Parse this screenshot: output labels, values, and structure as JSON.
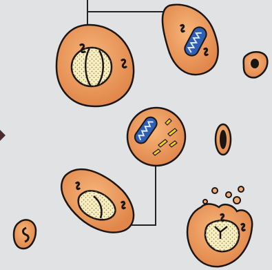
{
  "figure": {
    "background": "#e1e2e4",
    "colors": {
      "cell_fill": "#e8935a",
      "cell_fill_light": "#f2ac70",
      "outline": "#1b1613",
      "nucleus_fill": "#f7efc2",
      "chromatin": "#bca56a",
      "mitochondrion": "#2e5fb3",
      "mitochondrion_cristae": "#dfe8f7",
      "chromosome": "#f0d21c",
      "connector": "#222222"
    },
    "elements": [
      {
        "id": "round-cell-with-nucleus",
        "icon": "cell-nucleus-icon"
      },
      {
        "id": "elongated-cell-with-mitochondrion",
        "icon": "mitochondrion-icon"
      },
      {
        "id": "small-cell-fragment-top-right",
        "icon": "cell-fragment-icon"
      },
      {
        "id": "central-cell-mitochondrion-chromosomes",
        "icon": "chromosome-icon"
      },
      {
        "id": "elongated-cell-fragment-right",
        "icon": "cell-fragment-icon"
      },
      {
        "id": "elongated-cell-shrinking-nucleus",
        "icon": "cell-nucleus-icon"
      },
      {
        "id": "small-cell-fragment-bottom-left",
        "icon": "cell-fragment-icon"
      },
      {
        "id": "blebbing-cell-bottom-right",
        "icon": "apoptotic-bleb-icon"
      },
      {
        "id": "arrow-left-edge",
        "icon": "arrowhead-icon"
      }
    ]
  }
}
